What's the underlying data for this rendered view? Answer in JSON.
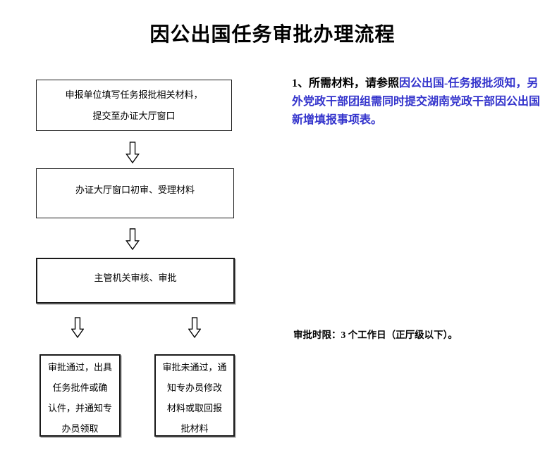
{
  "title": "因公出国任务审批办理流程",
  "flowchart": {
    "step1": {
      "lines": [
        "申报单位填写任务报批相关材料，",
        "提交至办证大厅窗口"
      ]
    },
    "step2": {
      "label": "办证大厅窗口初审、受理材料"
    },
    "step3": {
      "label": "主管机关审核、审批"
    },
    "step4_approved": {
      "lines": [
        "审批通过，出具",
        "任务批件或确",
        "认件，并通知专",
        "办员领取"
      ]
    },
    "step5_rejected": {
      "lines": [
        "审批未通过，通",
        "知专办员修改",
        "材料或取回报",
        "批材料"
      ]
    }
  },
  "notes": {
    "note1": {
      "line1_black": "1、所需材料，请参照",
      "line1_link": "因公出国-任务报批须知，另",
      "line2_link": "外党政干部团组需同时提交湖南党政干部因公出国",
      "line3_link": "新增填报事项表。"
    },
    "note2": "审批时限：3 个工作日（正厅级以下）。"
  },
  "icons": {
    "flow_arrow": "hollow-down-block-arrow"
  },
  "colors": {
    "link_blue": "#3333CC",
    "text_black": "#000000",
    "box_border": "#1a1a1a",
    "box_shadow": "#999999",
    "background": "#ffffff"
  }
}
